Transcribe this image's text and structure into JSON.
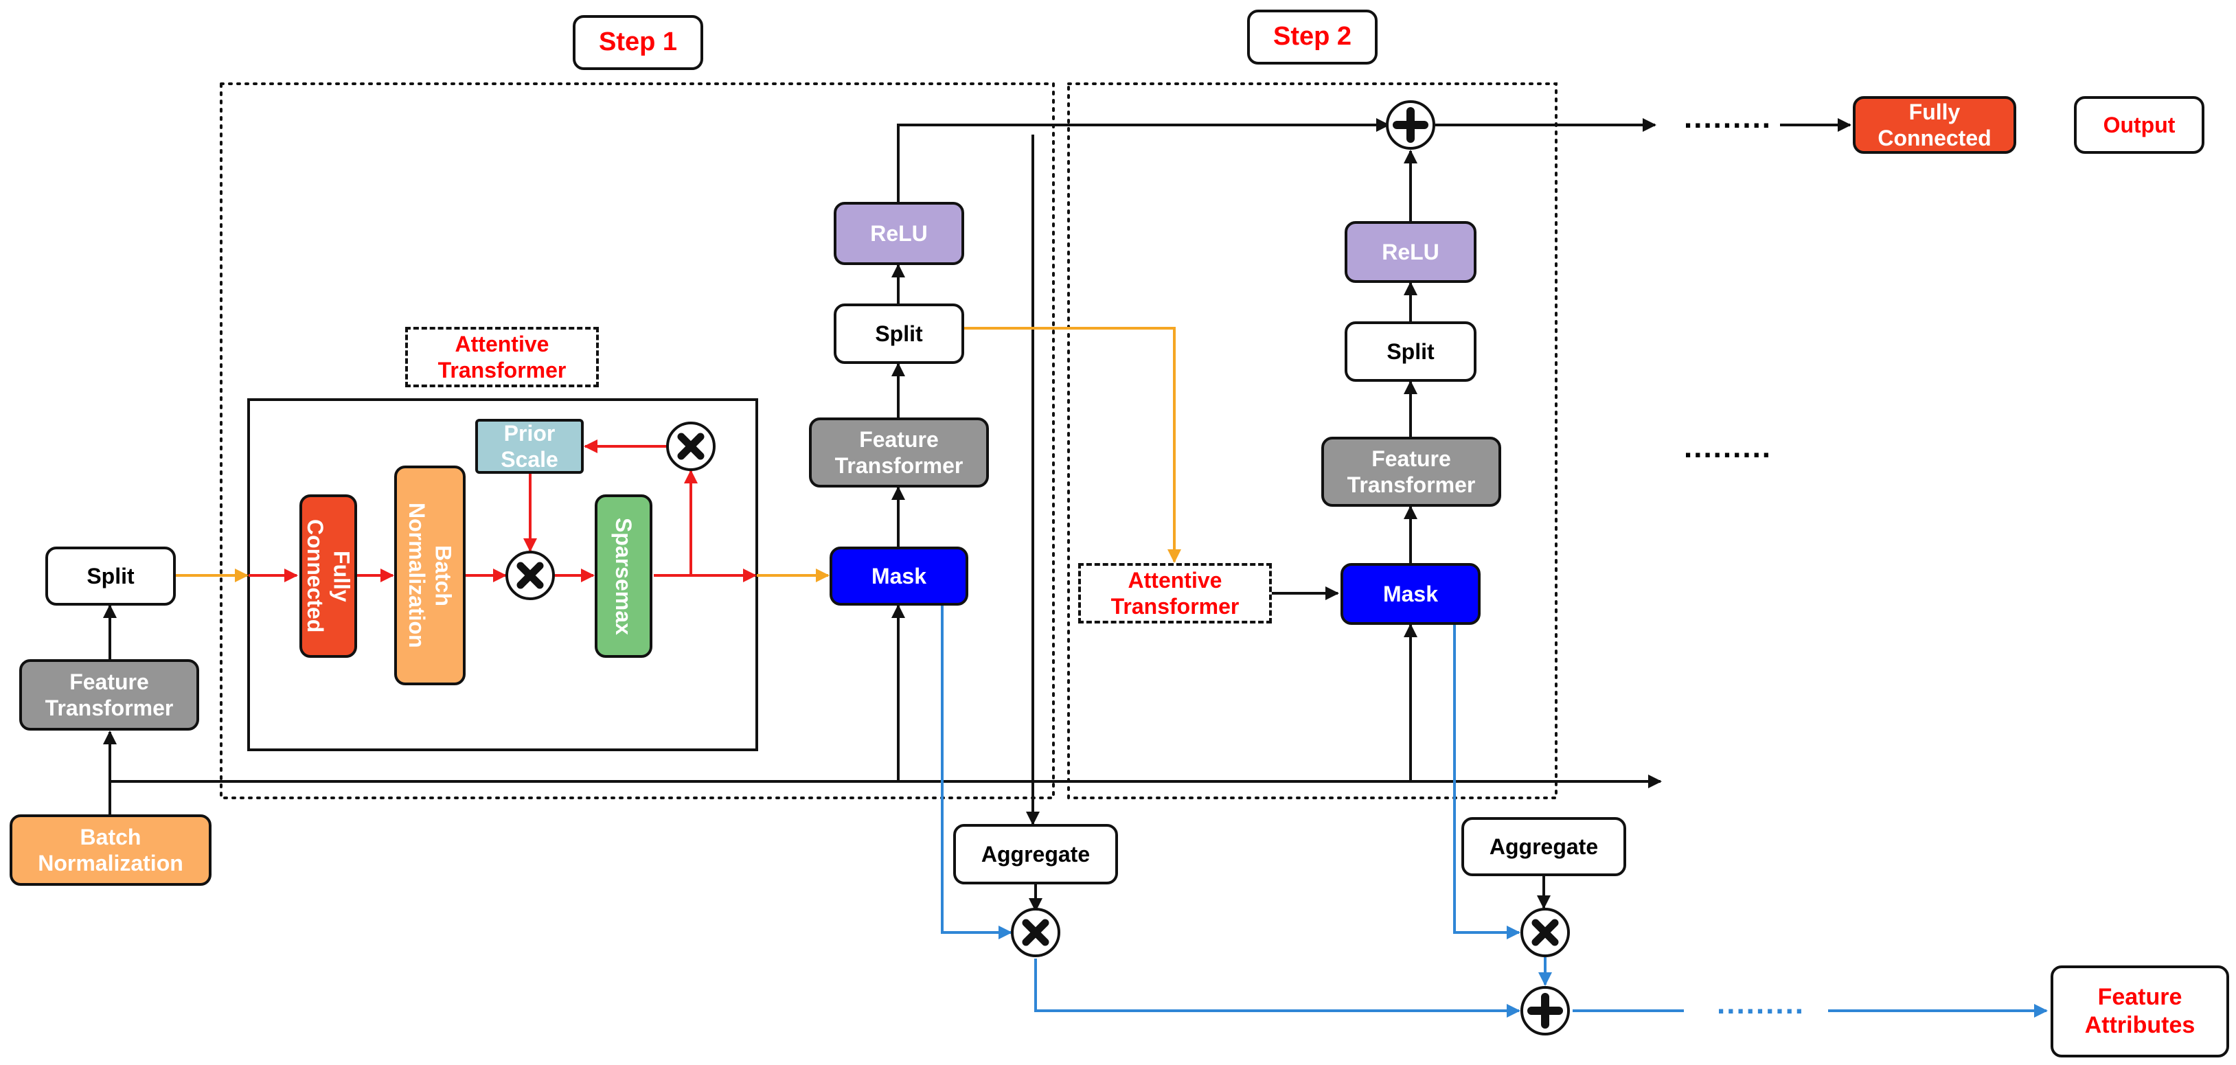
{
  "labels": {
    "step1": "Step 1",
    "step2": "Step 2",
    "batch_norm_input": "Batch\nNormalization",
    "feature_transformer_initial": "Feature\nTransformer",
    "split_initial": "Split",
    "attentive_transformer_step1": "Attentive\nTransformer",
    "fully_connected_inner": "Fully\nConnected",
    "batch_norm_inner": "Batch\nNormalization",
    "prior_scale": "Prior\nScale",
    "sparsemax": "Sparsemax",
    "mask_step1": "Mask",
    "feature_transformer_step1": "Feature\nTransformer",
    "split_step1": "Split",
    "relu_step1": "ReLU",
    "aggregate_step1": "Aggregate",
    "attentive_transformer_step2": "Attentive\nTransformer",
    "mask_step2": "Mask",
    "feature_transformer_step2": "Feature\nTransformer",
    "split_step2": "Split",
    "relu_step2": "ReLU",
    "aggregate_step2": "Aggregate",
    "fully_connected_output": "Fully\nConnected",
    "output": "Output",
    "feature_attributes": "Feature\nAttributes",
    "ellipsis_top": ".........",
    "ellipsis_middle": ".........",
    "ellipsis_bottom": "........."
  },
  "colors": {
    "black_arrow": "#111111",
    "red_arrow": "#ee1c1c",
    "orange_arrow": "#f5a623",
    "blue_arrow": "#2f86d6"
  }
}
